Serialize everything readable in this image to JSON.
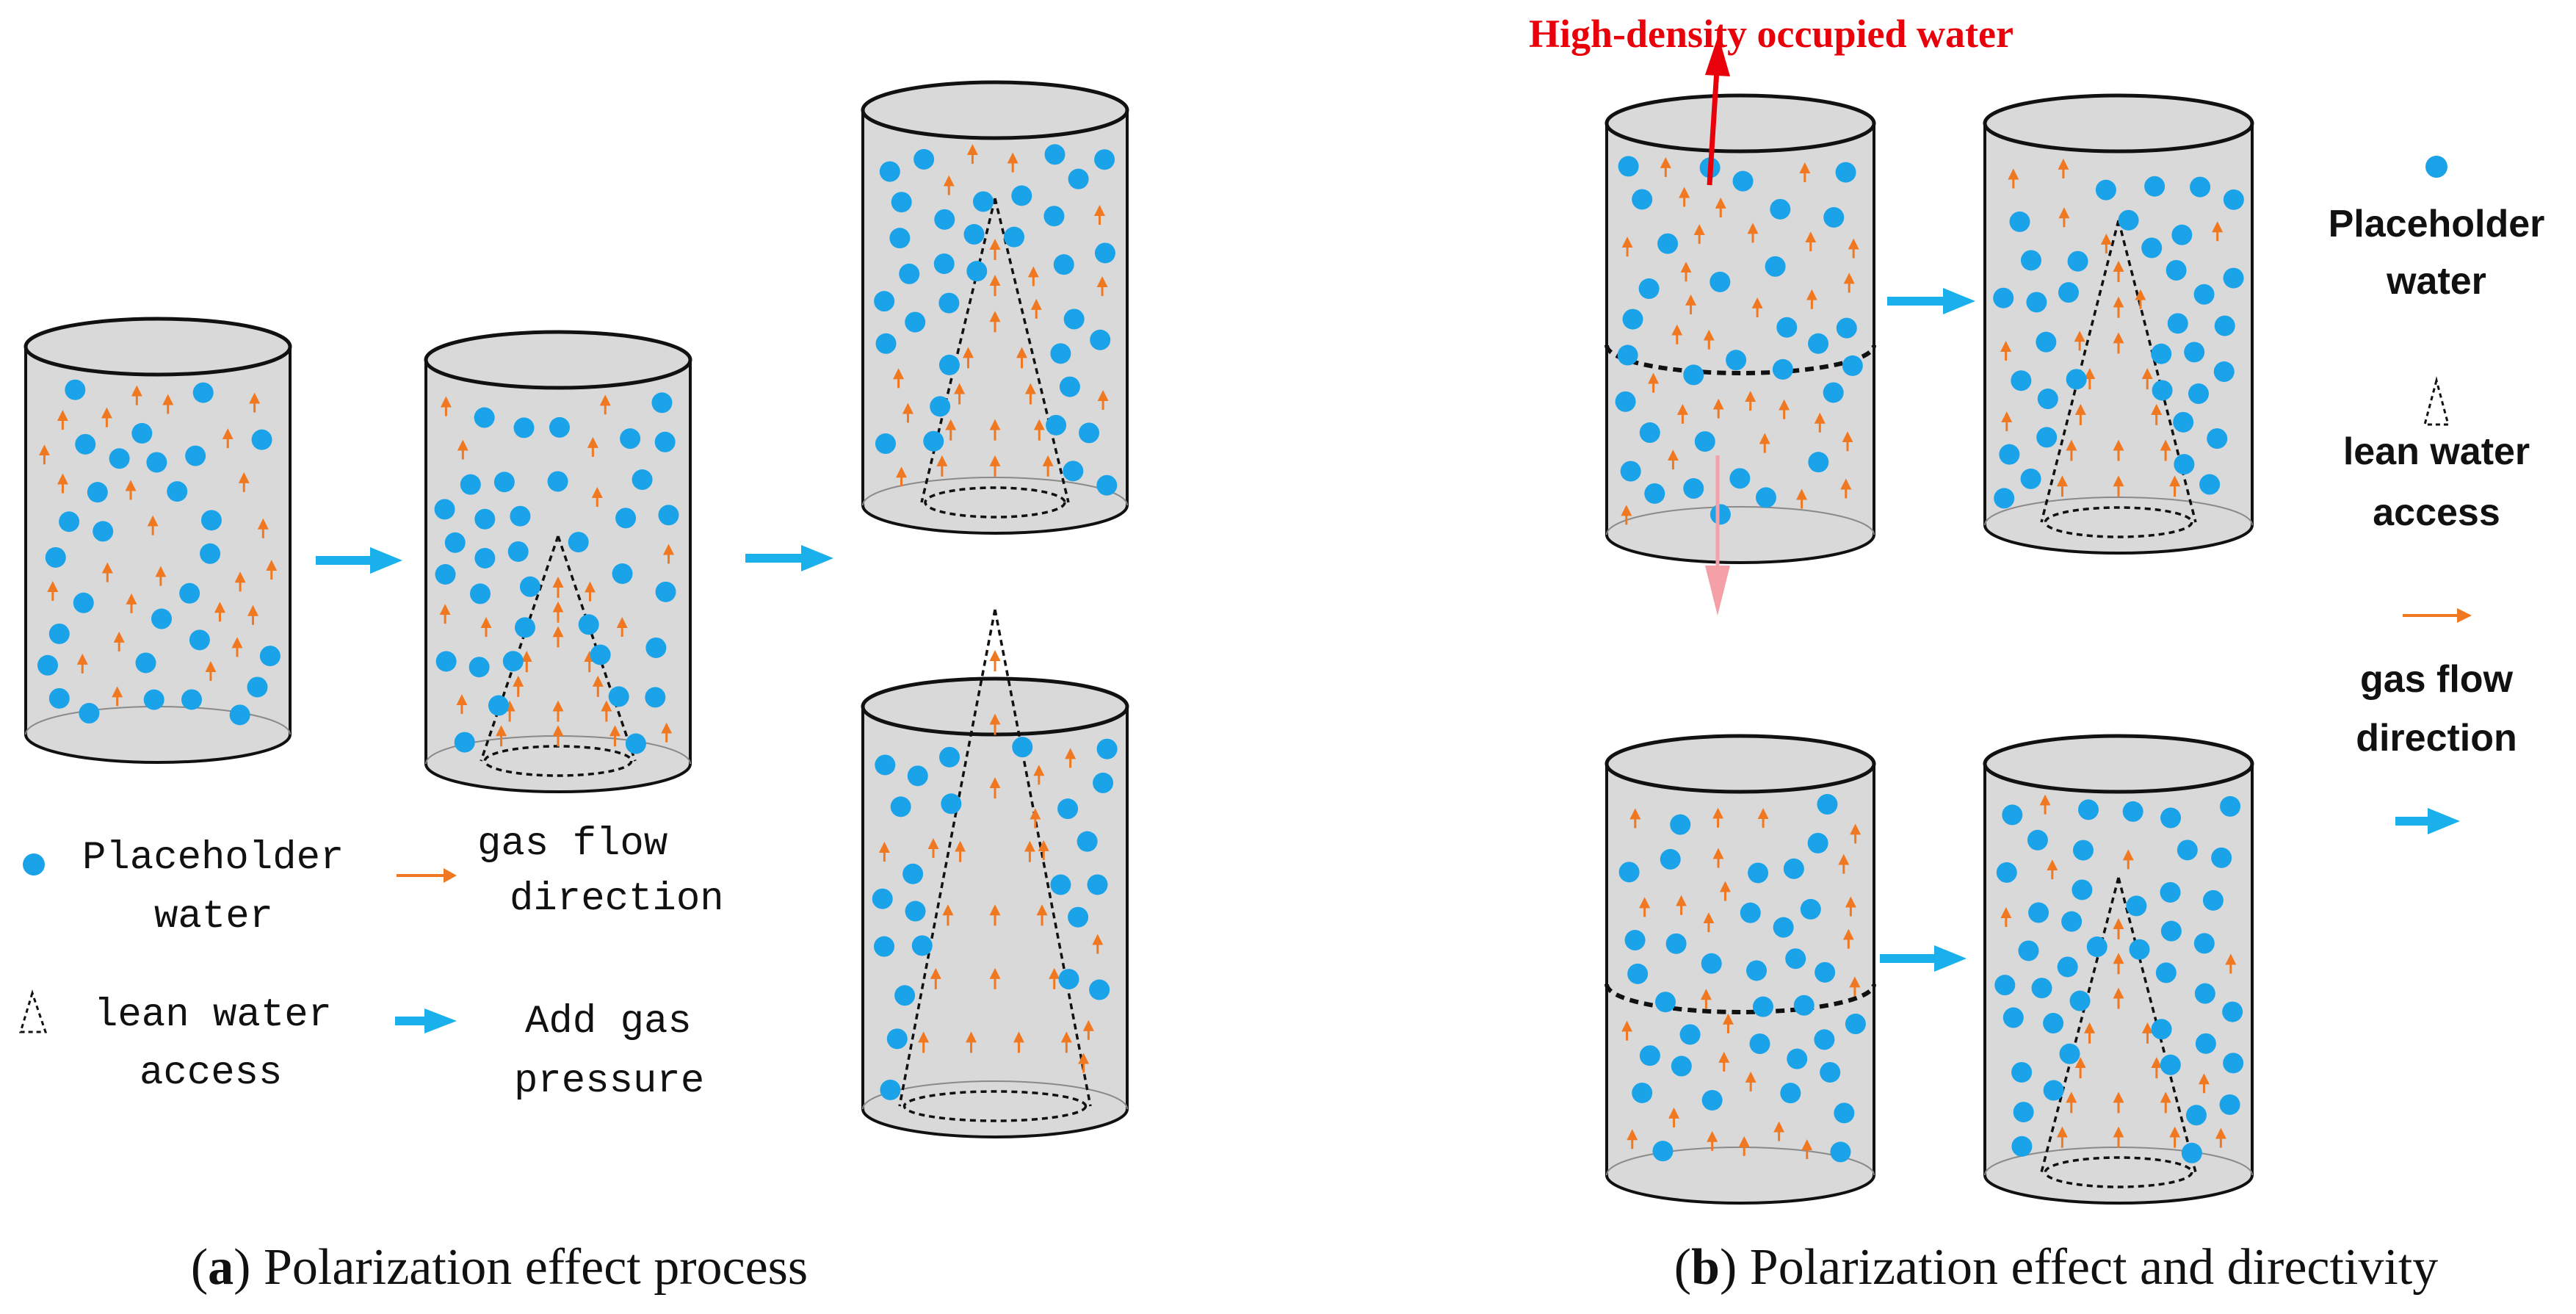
{
  "colors": {
    "cylinder_fill": "#d9d9d9",
    "outline": "#111111",
    "water_dot": "#1aa3e8",
    "gas_arrow": "#f07820",
    "process_arrow": "#1ab0ec",
    "highlight_arrow": "#e8000b",
    "faded_arrow": "#f4a0a6",
    "highlight_text": "#e8000b"
  },
  "panel_a": {
    "legend": {
      "water_label_1": "Placeholder",
      "water_label_2": "water",
      "gas_label_1": "gas flow",
      "gas_label_2": "direction",
      "lean_label_1": "lean water",
      "lean_label_2": "access",
      "pressure_label_1": "Add gas",
      "pressure_label_2": "pressure"
    },
    "caption_letter": "a",
    "caption_text": " Polarization effect process"
  },
  "panel_b": {
    "top_annotation": "High-density occupied water",
    "legend": {
      "water_label_1": "Placeholder",
      "water_label_2": "water",
      "lean_label_1": "lean water",
      "lean_label_2": "access",
      "gas_label_1": "gas flow",
      "gas_label_2": "direction"
    },
    "caption_letter": "b",
    "caption_text": " Polarization effect and directivity"
  }
}
